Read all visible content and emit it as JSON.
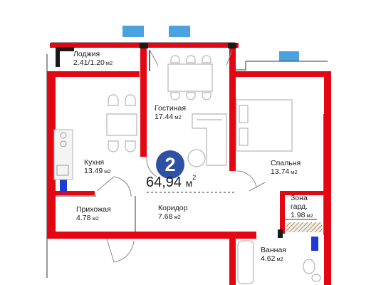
{
  "apartment": {
    "rooms_count": "2",
    "total_area": "64,94",
    "total_unit": "м",
    "total_unit_power": "2"
  },
  "rooms": {
    "loggia": {
      "name": "Лоджия",
      "area": "2.41/1.20",
      "unit": "м2"
    },
    "living": {
      "name": "Гостиная",
      "area": "17.44",
      "unit": "м2"
    },
    "kitchen": {
      "name": "Кухня",
      "area": "13.49",
      "unit": "м2"
    },
    "bedroom": {
      "name": "Спальня",
      "area": "13.74",
      "unit": "м2"
    },
    "hallway": {
      "name": "Прихожая",
      "area": "4.78",
      "unit": "м2"
    },
    "corridor": {
      "name": "Коридор",
      "area": "7.68",
      "unit": "м2"
    },
    "wardrobe": {
      "name_line1": "Зона",
      "name_line2": "гард.",
      "area": "1.98",
      "unit": "м2"
    },
    "bathroom": {
      "name": "Ванная",
      "area": "4.62",
      "unit": "м2"
    }
  },
  "colors": {
    "wall": "#e30613",
    "window": "#4aa3df",
    "badge": "#2f51a5",
    "accent_blue": "#1f3bd6",
    "furniture": "#b5b5b5",
    "floor_hatch": "#a07a55"
  }
}
